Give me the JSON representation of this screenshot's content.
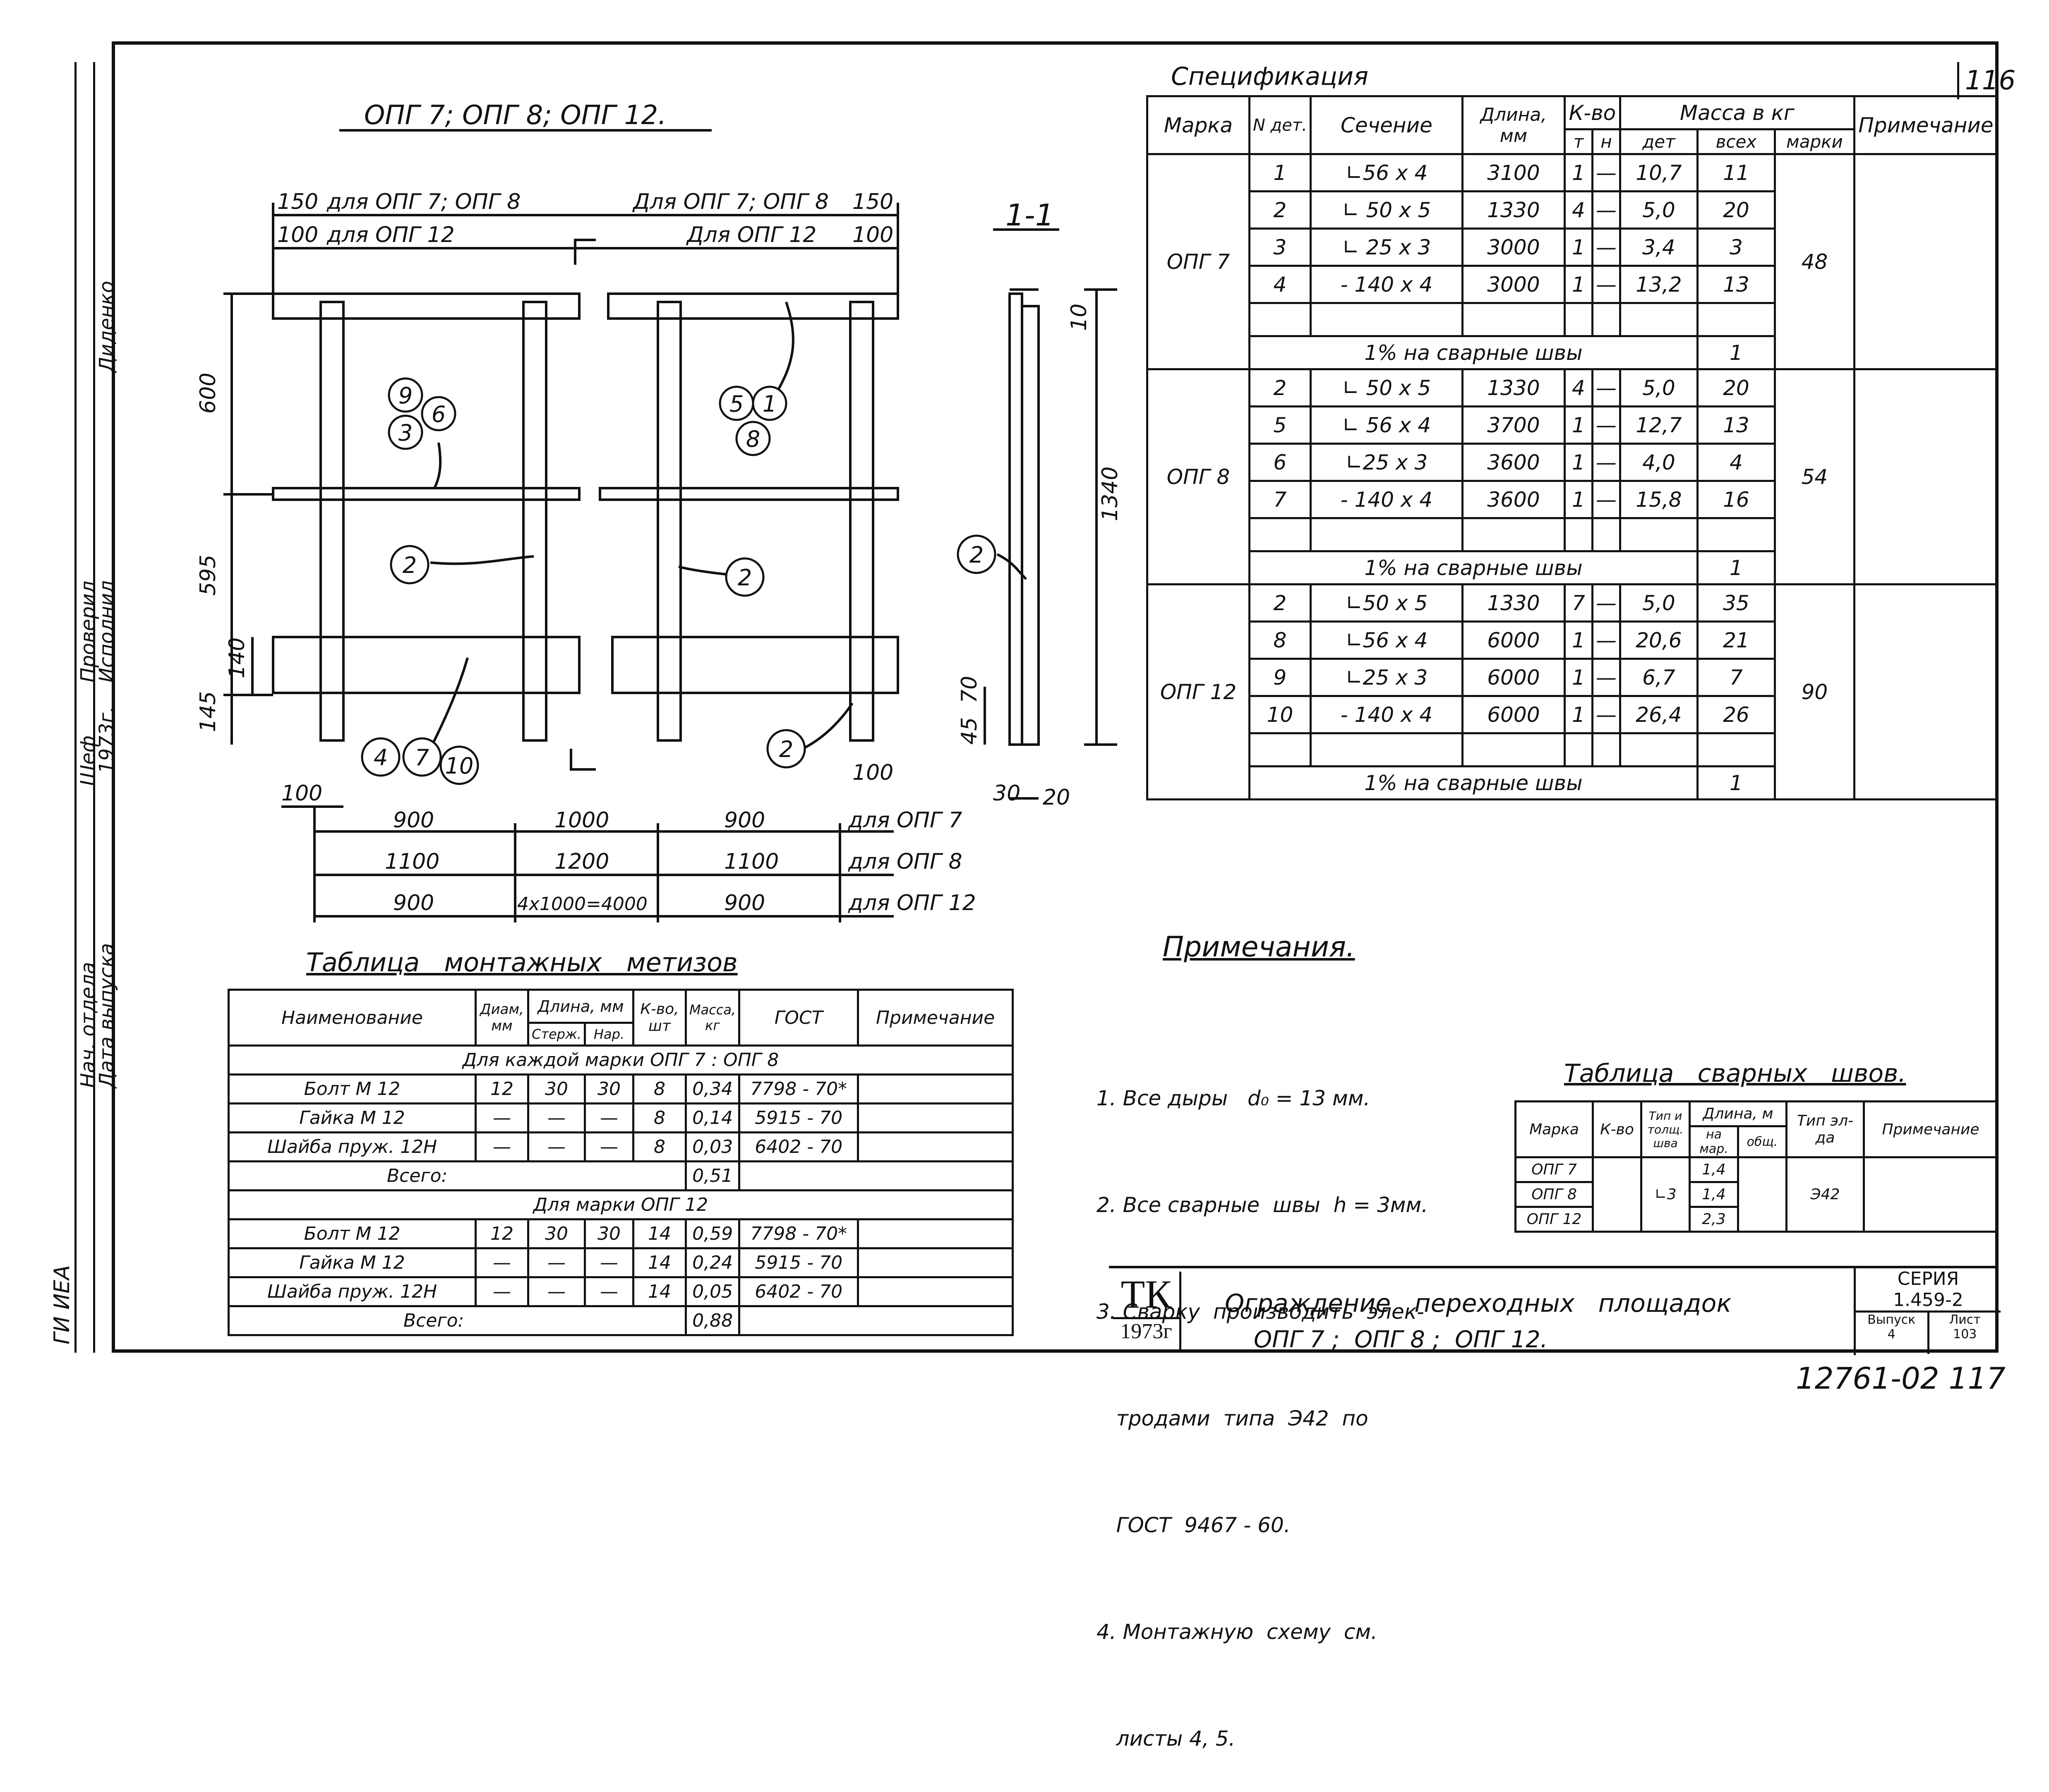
{
  "sheet_number": "116",
  "footer_stamp": "12761-02 117",
  "drawing_title": "ОПГ 7;  ОПГ 8;  ОПГ 12.",
  "section_label": "1-1",
  "dims": {
    "top_left_150": "150",
    "top_left_100": "100",
    "top_left_text1": "для  ОПГ 7; ОПГ 8",
    "top_left_text2": "для  ОПГ 12",
    "top_right_text1": "Для  ОПГ 7; ОПГ 8",
    "top_right_text2": "Для  ОПГ 12",
    "top_right_150": "150",
    "top_right_100": "100",
    "v600": "600",
    "v595": "595",
    "v140": "140",
    "v145": "145",
    "left100": "100",
    "right100": "100",
    "row1": [
      "900",
      "1000",
      "900",
      "для  ОПГ 7"
    ],
    "row2": [
      "1100",
      "1200",
      "1100",
      "для  ОПГ 8"
    ],
    "row3": [
      "900",
      "4х1000=4000",
      "900",
      "для  ОПГ 12"
    ],
    "sec_10": "10",
    "sec_1340": "1340",
    "sec_45": "45",
    "sec_70": "70",
    "sec_30": "30",
    "sec_20": "20"
  },
  "callouts": [
    "9",
    "6",
    "3",
    "5",
    "1",
    "8",
    "2",
    "2",
    "2",
    "2",
    "4",
    "7",
    "10"
  ],
  "spec": {
    "title": "Спецификация",
    "headers": {
      "marka": "Марка",
      "n_det": "N дет.",
      "sechenie": "Сечение",
      "dlina": "Длина, мм",
      "kvo": "К-во",
      "t": "т",
      "n": "н",
      "massa": "Масса  в  кг",
      "det": "дет",
      "vseh": "всех",
      "marki": "марки",
      "prim": "Примечание"
    },
    "groups": [
      {
        "mark": "ОПГ 7",
        "total": "48",
        "weld_text": "1%  на   сварные   швы",
        "weld_value": "1",
        "rows": [
          [
            "1",
            "∟56 х 4",
            "3100",
            "1",
            "—",
            "10,7",
            "11"
          ],
          [
            "2",
            "∟ 50 х 5",
            "1330",
            "4",
            "—",
            "5,0",
            "20"
          ],
          [
            "3",
            "∟ 25 х 3",
            "3000",
            "1",
            "—",
            "3,4",
            "3"
          ],
          [
            "4",
            "- 140 х 4",
            "3000",
            "1",
            "—",
            "13,2",
            "13"
          ]
        ]
      },
      {
        "mark": "ОПГ 8",
        "total": "54",
        "weld_text": "1%  на   сварные   швы",
        "weld_value": "1",
        "rows": [
          [
            "2",
            "∟ 50 х 5",
            "1330",
            "4",
            "—",
            "5,0",
            "20"
          ],
          [
            "5",
            "∟ 56 х 4",
            "3700",
            "1",
            "—",
            "12,7",
            "13"
          ],
          [
            "6",
            "∟25 х 3",
            "3600",
            "1",
            "—",
            "4,0",
            "4"
          ],
          [
            "7",
            "- 140 х 4",
            "3600",
            "1",
            "—",
            "15,8",
            "16"
          ]
        ]
      },
      {
        "mark": "ОПГ 12",
        "total": "90",
        "weld_text": "1%  на   сварные   швы",
        "weld_value": "1",
        "rows": [
          [
            "2",
            "∟50 х 5",
            "1330",
            "7",
            "—",
            "5,0",
            "35"
          ],
          [
            "8",
            "∟56 х 4",
            "6000",
            "1",
            "—",
            "20,6",
            "21"
          ],
          [
            "9",
            "∟25 х 3",
            "6000",
            "1",
            "—",
            "6,7",
            "7"
          ],
          [
            "10",
            "- 140 х 4",
            "6000",
            "1",
            "—",
            "26,4",
            "26"
          ]
        ]
      }
    ]
  },
  "notes": {
    "title": "Примечания.",
    "items": [
      "1. Все дыры   d₀ = 13 мм.",
      "2. Все сварные  швы  h = 3мм.",
      "3. Сварку  производить  элек-",
      "   тродами  типа  Э42  по",
      "   ГОСТ  9467 - 60.",
      "4. Монтажную  схему  см.",
      "   листы 4, 5."
    ]
  },
  "fasteners": {
    "title": "Таблица   монтажных   метизов",
    "headers": {
      "name": "Наименование",
      "diam": "Диам, мм",
      "length": "Длина, мм",
      "sterzh": "Стерж.",
      "nar": "Нар.",
      "kvo": "К-во, шт",
      "mass": "Масса, кг",
      "gost": "ГОСТ",
      "prim": "Примечание"
    },
    "group1": "Для   каждой   марки  ОПГ 7 : ОПГ 8",
    "group2": "Для   марки   ОПГ 12",
    "total_label": "Всего:",
    "rows1": [
      [
        "Болт  М 12",
        "12",
        "30",
        "30",
        "8",
        "0,34",
        "7798 - 70*"
      ],
      [
        "Гайка  М 12",
        "—",
        "—",
        "—",
        "8",
        "0,14",
        "5915 - 70"
      ],
      [
        "Шайба  пруж. 12Н",
        "—",
        "—",
        "—",
        "8",
        "0,03",
        "6402 - 70"
      ]
    ],
    "total1": "0,51",
    "rows2": [
      [
        "Болт  М 12",
        "12",
        "30",
        "30",
        "14",
        "0,59",
        "7798 - 70*"
      ],
      [
        "Гайка  М 12",
        "—",
        "—",
        "—",
        "14",
        "0,24",
        "5915 - 70"
      ],
      [
        "Шайба  пруж. 12Н",
        "—",
        "—",
        "—",
        "14",
        "0,05",
        "6402 - 70"
      ]
    ],
    "total2": "0,88"
  },
  "welds": {
    "title": "Таблица   сварных   швов.",
    "headers": {
      "marka": "Марка",
      "kvo": "К-во",
      "type": "Тип и толщ. шва",
      "length": "Длина, м",
      "na_mar": "на мар.",
      "obsh": "общ.",
      "electrode": "Тип эл-да",
      "prim": "Примечание"
    },
    "rows": [
      [
        "ОПГ 7",
        "1,4"
      ],
      [
        "ОПГ 8",
        "1,4"
      ],
      [
        "ОПГ 12",
        "2,3"
      ]
    ],
    "weld_type": "∟3",
    "electrode": "Э42"
  },
  "titleblock": {
    "tk": "ТК",
    "year": "1973г",
    "title_line1": "Ограждение   переходных   площадок",
    "title_line2": "ОПГ 7 ;  ОПГ 8 ;  ОПГ 12.",
    "series_label": "СЕРИЯ",
    "series": "1.459-2",
    "vypusk_label": "Выпуск",
    "vypusk": "4",
    "list_label": "Лист",
    "list": "103"
  },
  "side_stamp": {
    "org": "ГИ ИЕА",
    "roles": [
      "Нач. отдела",
      "Дата выпуска",
      "Шеф",
      "Проверил",
      "Исполнил",
      "Диденко"
    ],
    "year": "1973г."
  }
}
